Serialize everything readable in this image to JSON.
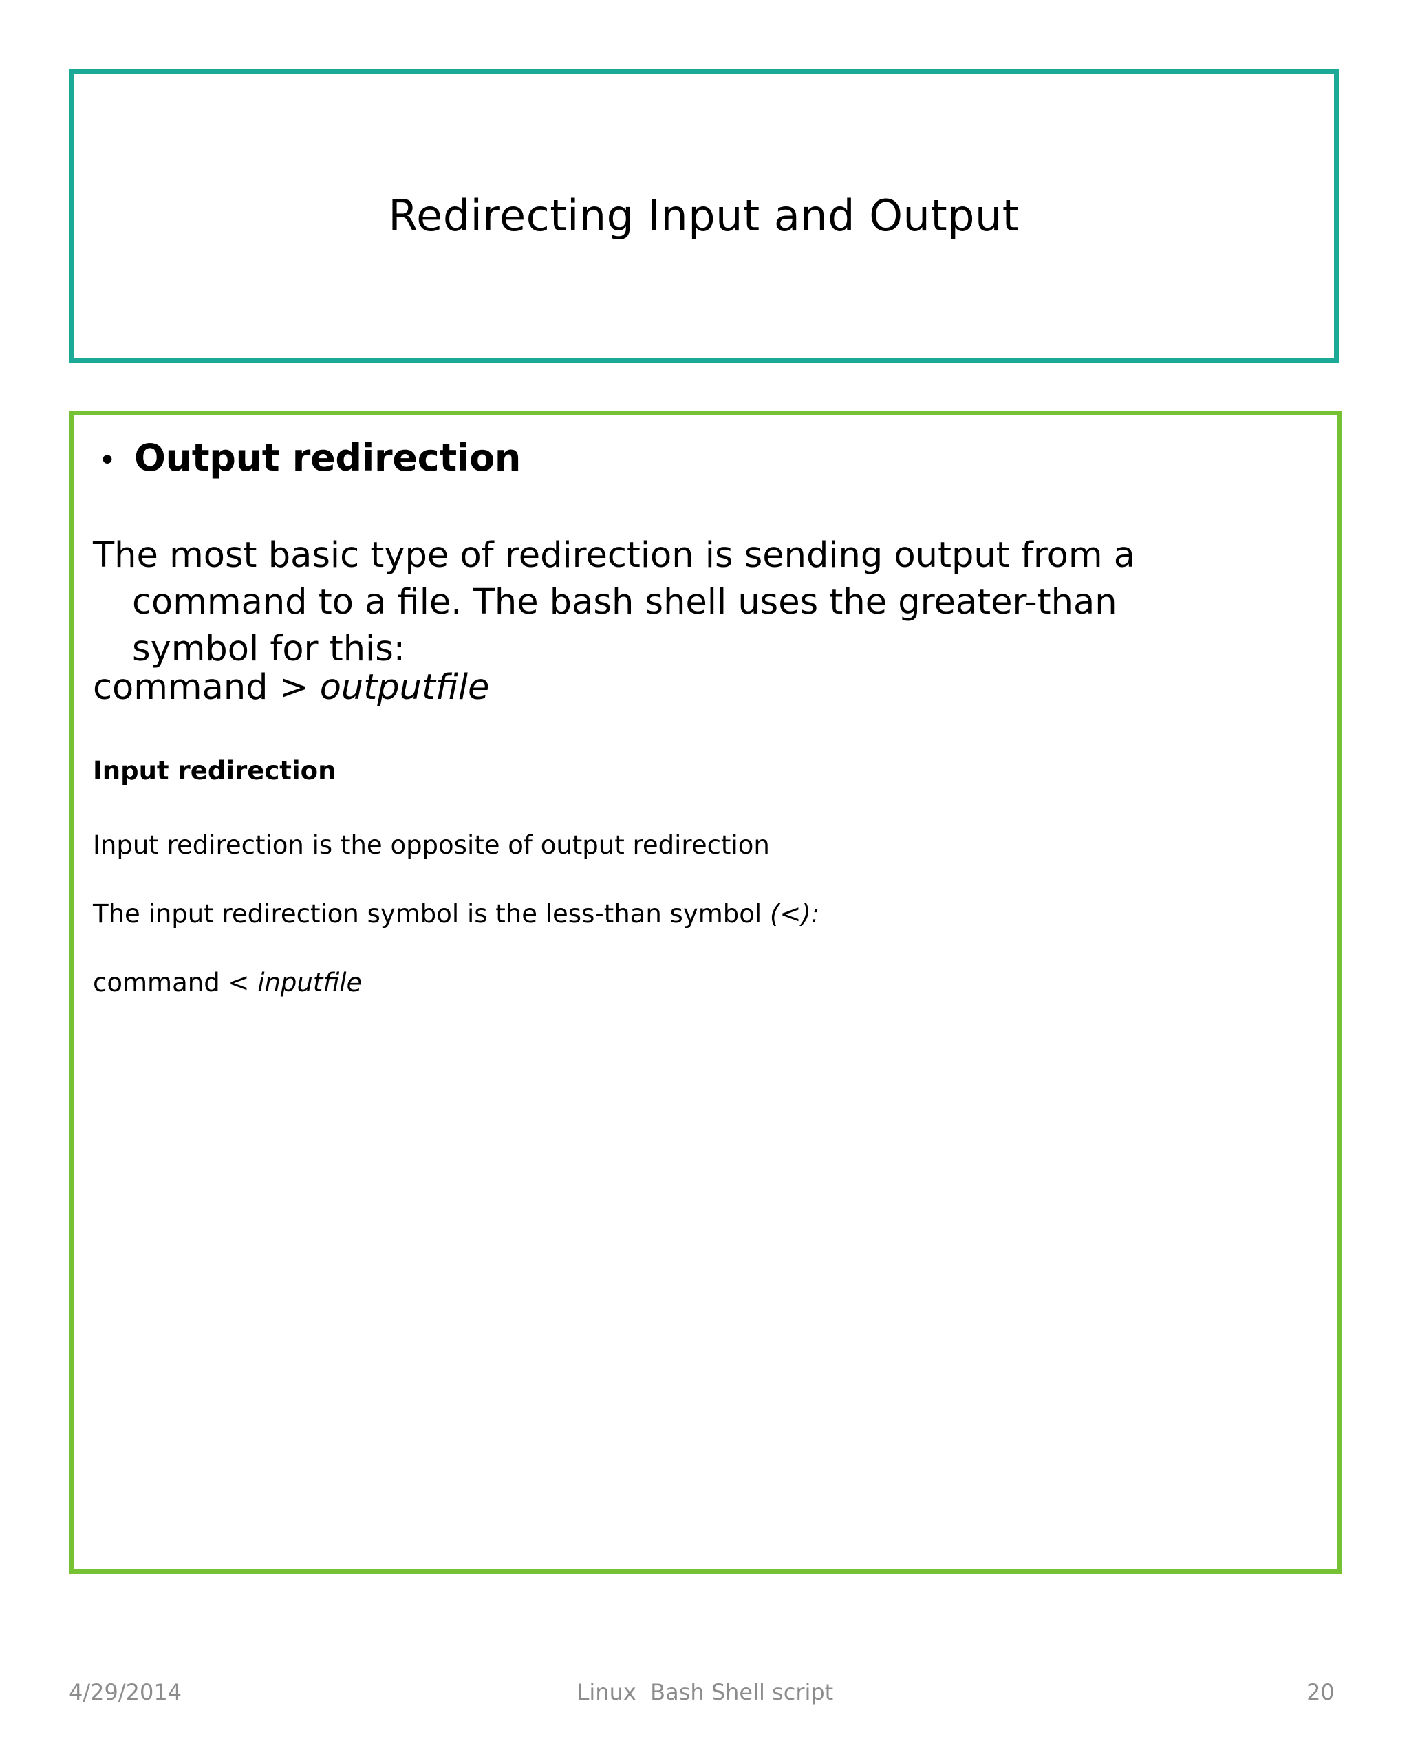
{
  "slide": {
    "title": "Redirecting Input and Output",
    "title_border_color": "#1BAA96",
    "content_border_color": "#76C234"
  },
  "content": {
    "bullet_glyph": "•",
    "bullet_label": "Output redirection",
    "paragraph_line1": "The most basic type of redirection is sending output from a",
    "paragraph_line2": "command to a file. The bash shell uses the greater-than",
    "paragraph_line3": "symbol for this:",
    "command_out_prefix": "command > ",
    "command_out_file": "outputfile",
    "input_heading": "Input redirection",
    "input_opposite": "Input redirection is the opposite of output redirection",
    "input_symbol_prefix": "The input redirection symbol is the less-than symbol ",
    "input_symbol_suffix": "(<):",
    "command_in_prefix": "command < ",
    "command_in_file": "inputfile"
  },
  "footer": {
    "date": "4/29/2014",
    "center": "Linux  Bash Shell script",
    "page_number": "20"
  }
}
